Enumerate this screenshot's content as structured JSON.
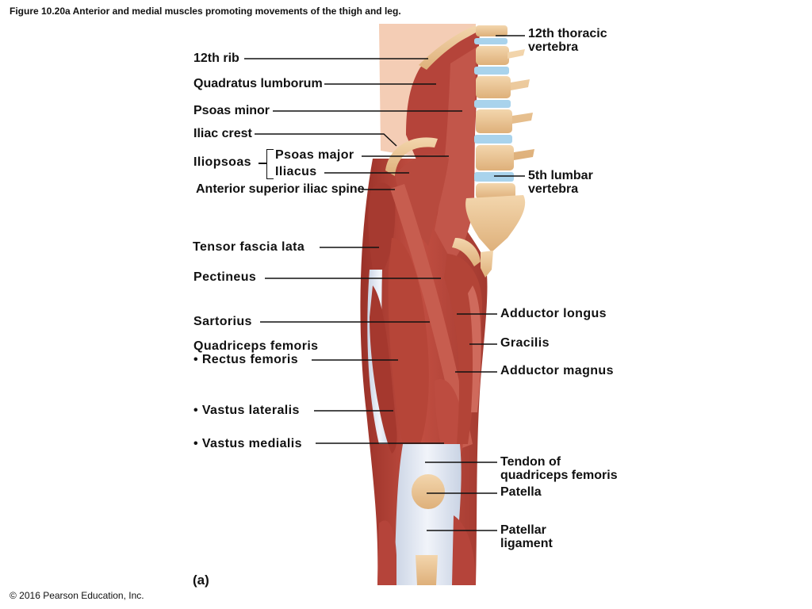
{
  "figure_title": "Figure 10.20a Anterior and medial muscles promoting movements of the thigh and leg.",
  "panel_label": "(a)",
  "copyright": "© 2016 Pearson Education, Inc.",
  "labels": {
    "twelfth_rib": "12th rib",
    "quadratus_lumborum": "Quadratus lumborum",
    "psoas_minor": "Psoas minor",
    "iliac_crest": "Iliac crest",
    "iliopsoas": "Iliopsoas",
    "psoas_major": "Psoas major",
    "iliacus": "Iliacus",
    "anterior_superior_iliac_spine": "Anterior superior iliac spine",
    "tensor_fascia_lata": "Tensor fascia lata",
    "pectineus": "Pectineus",
    "sartorius": "Sartorius",
    "quadriceps_femoris": "Quadriceps femoris",
    "rectus_femoris": "• Rectus femoris",
    "vastus_lateralis": "• Vastus lateralis",
    "vastus_medialis": "• Vastus medialis",
    "twelfth_thoracic_vertebra_line1": "12th thoracic",
    "twelfth_thoracic_vertebra_line2": "vertebra",
    "fifth_lumbar_vertebra_line1": "5th lumbar",
    "fifth_lumbar_vertebra_line2": "vertebra",
    "adductor_longus": "Adductor longus",
    "gracilis": "Gracilis",
    "adductor_magnus": "Adductor magnus",
    "tendon_quadriceps_line1": "Tendon of",
    "tendon_quadriceps_line2": "quadriceps femoris",
    "patella": "Patella",
    "patellar_ligament_line1": "Patellar",
    "patellar_ligament_line2": "ligament"
  },
  "colors": {
    "muscle": "#b8453a",
    "muscle_dark": "#8e2a22",
    "muscle_light": "#cf6a5c",
    "tendon": "#dde3ee",
    "bone": "#ecc99a",
    "disc": "#a9d3ec",
    "skin": "#f4cdb5",
    "leader": "#111111"
  }
}
